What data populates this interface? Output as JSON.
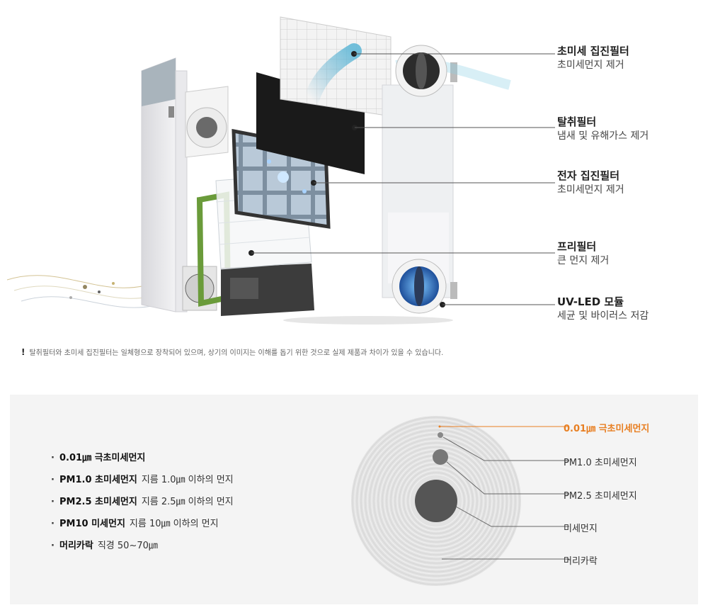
{
  "filters": [
    {
      "title": "초미세 집진필터",
      "desc": "초미세먼지 제거"
    },
    {
      "title": "탈취필터",
      "desc": "냄새 및 유해가스 제거"
    },
    {
      "title": "전자 집진필터",
      "desc": "초미세먼지 제거"
    },
    {
      "title": "프리필터",
      "desc": "큰 먼지 제거"
    },
    {
      "title": "UV-LED 모듈",
      "desc": "세균 및 바이러스 저감"
    }
  ],
  "notice": {
    "mark": "!",
    "text": "탈취필터와 초미세 집진필터는 일체형으로 장착되어 있으며, 상기의 이미지는 이해를 돕기 위한 것으로 실제 제품과 차이가 있을 수 있습니다."
  },
  "size_list": [
    {
      "name": "0.01㎛ 극초미세먼지",
      "desc": ""
    },
    {
      "name": "PM1.0 초미세먼지",
      "desc": "지름 1.0㎛ 이하의 먼지"
    },
    {
      "name": "PM2.5 초미세먼지",
      "desc": "지름 2.5㎛ 이하의 먼지"
    },
    {
      "name": "PM10 미세먼지",
      "desc": "지름 10㎛ 이하의 먼지"
    },
    {
      "name": "머리카락",
      "desc": "직경 50~70㎛"
    }
  ],
  "circle_labels": [
    {
      "text": "0.01㎛ 극초미세먼지",
      "highlight": true
    },
    {
      "text": "PM1.0 초미세먼지",
      "highlight": false
    },
    {
      "text": "PM2.5 초미세먼지",
      "highlight": false
    },
    {
      "text": "미세먼지",
      "highlight": false
    },
    {
      "text": "머리카락",
      "highlight": false
    }
  ],
  "colors": {
    "highlight": "#e87f22",
    "panel_bg": "#f4f4f4",
    "leader_line": "#555555",
    "particle": "#555555"
  }
}
